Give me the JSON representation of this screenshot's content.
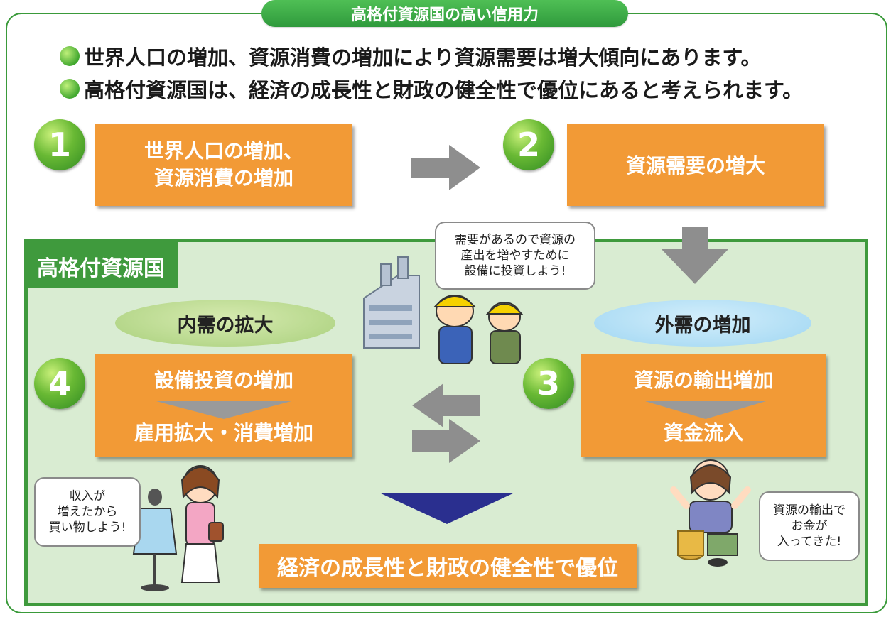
{
  "title": "高格付資源国の高い信用力",
  "bullets": [
    "世界人口の増加、資源消費の増加により資源需要は増大傾向にあります。",
    "高格付資源国は、経済の成長性と財政の健全性で優位にあると考えられます。"
  ],
  "steps": {
    "one": {
      "number": "1",
      "line1": "世界人口の増加、",
      "line2": "資源消費の増加"
    },
    "two": {
      "number": "2",
      "text": "資源需要の増大"
    },
    "three": {
      "number": "3",
      "top": "資源の輸出増加",
      "bottom": "資金流入"
    },
    "four": {
      "number": "4",
      "top": "設備投資の増加",
      "bottom": "雇用拡大・消費増加"
    }
  },
  "panel_label": "高格付資源国",
  "domestic": "内需の拡大",
  "external": "外需の増加",
  "conclusion": "経済の成長性と財政の健全性で優位",
  "bubbles": {
    "workers": [
      "需要があるので資源の",
      "産出を増やすために",
      "設備に投資しよう!"
    ],
    "shopper": [
      "収入が",
      "増えたから",
      "買い物しよう!"
    ],
    "money": [
      "資源の輸出で",
      "お金が",
      "入ってきた!"
    ]
  },
  "colors": {
    "orange": "#f29a36",
    "green": "#3f9a3d",
    "panel": "#d9ecd2",
    "arrow_gray": "#8e8e8e",
    "navy": "#2a2f8f"
  }
}
